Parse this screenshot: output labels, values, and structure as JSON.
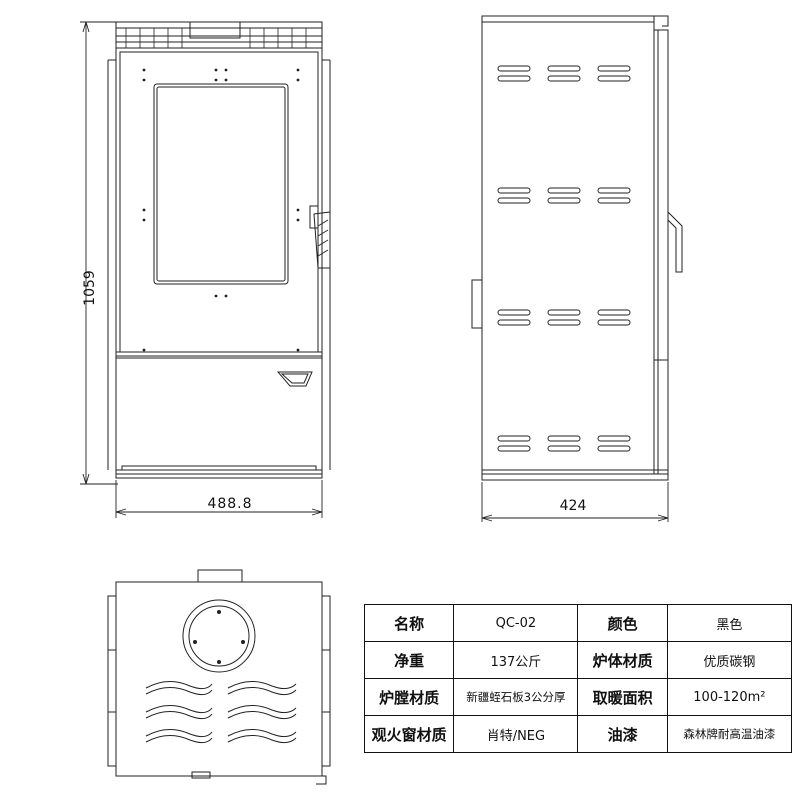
{
  "dimensions": {
    "height": "1059",
    "front_width": "488.8",
    "side_depth": "424"
  },
  "specs": {
    "rows": [
      {
        "k1": "名称",
        "v1": "QC-02",
        "k2": "颜色",
        "v2": "黑色"
      },
      {
        "k1": "净重",
        "v1": "137公斤",
        "k2": "炉体材质",
        "v2": "优质碳钢"
      },
      {
        "k1": "炉膛材质",
        "v1": "新疆蛭石板3公分厚",
        "k2": "取暖面积",
        "v2": "100-120m²"
      },
      {
        "k1": "观火窗材质",
        "v1": "肖特/NEG",
        "k2": "油漆",
        "v2": "森林牌耐高温油漆"
      }
    ]
  }
}
